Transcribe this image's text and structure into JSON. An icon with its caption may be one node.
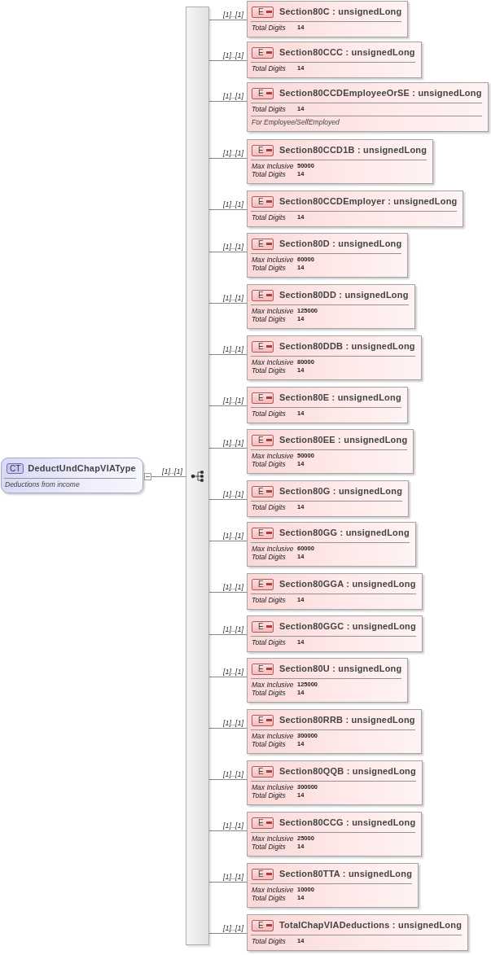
{
  "diagram": {
    "nodes": [
      {
        "text": [
          "CT",
          "DeductUndChapVIAType",
          "Deductions from income"
        ]
      },
      {
        "text": [],
        "shape": "bar"
      },
      {
        "text": [
          "E",
          "Section80C : unsignedLong",
          "Total Digits",
          "14"
        ]
      },
      {
        "text": [
          "E",
          "Section80CCC : unsignedLong",
          "Total Digits",
          "14"
        ]
      },
      {
        "text": [
          "E",
          "Section80CCDEmployeeOrSE : unsignedLong",
          "Total Digits",
          "14",
          "For Employee/SelfEmployed"
        ]
      },
      {
        "text": [
          "E",
          "Section80CCD1B : unsignedLong",
          "Max Inclusive",
          "50000",
          "Total Digits",
          "14"
        ]
      },
      {
        "text": [
          "E",
          "Section80CCDEmployer : unsignedLong",
          "Total Digits",
          "14"
        ]
      },
      {
        "text": [
          "E",
          "Section80D : unsignedLong",
          "Max Inclusive",
          "60000",
          "Total Digits",
          "14"
        ]
      },
      {
        "text": [
          "E",
          "Section80DD : unsignedLong",
          "Max Inclusive",
          "125000",
          "Total Digits",
          "14"
        ]
      },
      {
        "text": [
          "E",
          "Section80DDB : unsignedLong",
          "Max Inclusive",
          "80000",
          "Total Digits",
          "14"
        ]
      },
      {
        "text": [
          "E",
          "Section80E : unsignedLong",
          "Total Digits",
          "14"
        ]
      },
      {
        "text": [
          "E",
          "Section80EE : unsignedLong",
          "Max Inclusive",
          "50000",
          "Total Digits",
          "14"
        ]
      },
      {
        "text": [
          "E",
          "Section80G : unsignedLong",
          "Total Digits",
          "14"
        ]
      },
      {
        "text": [
          "E",
          "Section80GG : unsignedLong",
          "Max Inclusive",
          "60000",
          "Total Digits",
          "14"
        ]
      },
      {
        "text": [
          "E",
          "Section80GGA : unsignedLong",
          "Total Digits",
          "14"
        ]
      },
      {
        "text": [
          "E",
          "Section80GGC : unsignedLong",
          "Total Digits",
          "14"
        ]
      },
      {
        "text": [
          "E",
          "Section80U : unsignedLong",
          "Max Inclusive",
          "125000",
          "Total Digits",
          "14"
        ]
      },
      {
        "text": [
          "E",
          "Section80RRB : unsignedLong",
          "Max Inclusive",
          "300000",
          "Total Digits",
          "14"
        ]
      },
      {
        "text": [
          "E",
          "Section80QQB : unsignedLong",
          "Max Inclusive",
          "300000",
          "Total Digits",
          "14"
        ]
      },
      {
        "text": [
          "E",
          "Section80CCG : unsignedLong",
          "Max Inclusive",
          "25000",
          "Total Digits",
          "14"
        ]
      },
      {
        "text": [
          "E",
          "Section80TTA : unsignedLong",
          "Max Inclusive",
          "10000",
          "Total Digits",
          "14"
        ]
      },
      {
        "text": [
          "E",
          "TotalChapVIADeductions : unsignedLong",
          "Total Digits",
          "14"
        ]
      }
    ],
    "edges": [
      {
        "from": 0,
        "to": 1,
        "arrow": "none",
        "label": "[1]..[1]"
      },
      {
        "from": 1,
        "to": 2,
        "arrow": "none",
        "label": "[1]..[1]"
      },
      {
        "from": 1,
        "to": 3,
        "arrow": "none",
        "label": "[1]..[1]"
      },
      {
        "from": 1,
        "to": 4,
        "arrow": "none",
        "label": "[1]..[1]"
      },
      {
        "from": 1,
        "to": 5,
        "arrow": "none",
        "label": "[1]..[1]"
      },
      {
        "from": 1,
        "to": 6,
        "arrow": "none",
        "label": "[1]..[1]"
      },
      {
        "from": 1,
        "to": 7,
        "arrow": "none",
        "label": "[1]..[1]"
      },
      {
        "from": 1,
        "to": 8,
        "arrow": "none",
        "label": "[1]..[1]"
      },
      {
        "from": 1,
        "to": 9,
        "arrow": "none",
        "label": "[1]..[1]"
      },
      {
        "from": 1,
        "to": 10,
        "arrow": "none",
        "label": "[1]..[1]"
      },
      {
        "from": 1,
        "to": 11,
        "arrow": "none",
        "label": "[1]..[1]"
      },
      {
        "from": 1,
        "to": 12,
        "arrow": "none",
        "label": "[1]..[1]"
      },
      {
        "from": 1,
        "to": 13,
        "arrow": "none",
        "label": "[1]..[1]"
      },
      {
        "from": 1,
        "to": 14,
        "arrow": "none",
        "label": "[1]..[1]"
      },
      {
        "from": 1,
        "to": 15,
        "arrow": "none",
        "label": "[1]..[1]"
      },
      {
        "from": 1,
        "to": 16,
        "arrow": "none",
        "label": "[1]..[1]"
      },
      {
        "from": 1,
        "to": 17,
        "arrow": "none",
        "label": "[1]..[1]"
      },
      {
        "from": 1,
        "to": 18,
        "arrow": "none",
        "label": "[1]..[1]"
      },
      {
        "from": 1,
        "to": 19,
        "arrow": "none",
        "label": "[1]..[1]"
      },
      {
        "from": 1,
        "to": 20,
        "arrow": "none",
        "label": "[1]..[1]"
      },
      {
        "from": 1,
        "to": 21,
        "arrow": "none",
        "label": "[1]..[1]"
      }
    ]
  }
}
